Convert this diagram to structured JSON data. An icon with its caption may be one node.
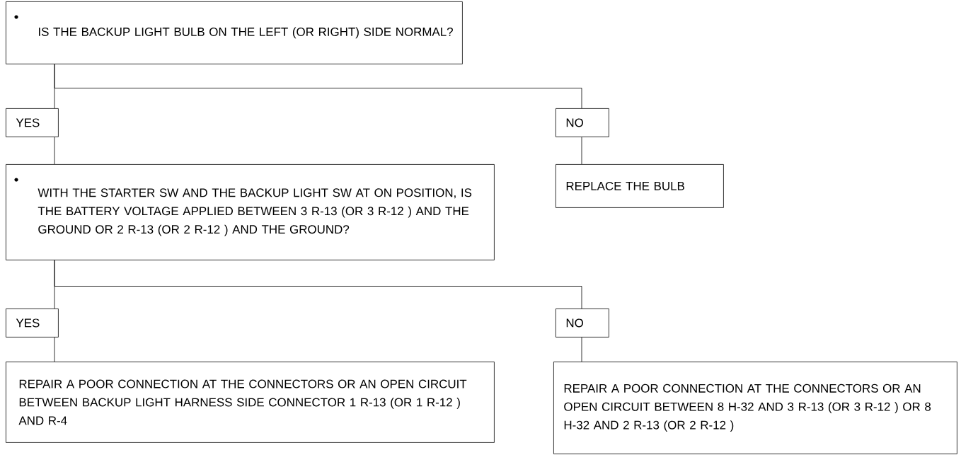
{
  "diagram": {
    "nodes": [
      {
        "text": [
          "IS THE BACKUP LIGHT BULB ON THE LEFT (OR RIGHT) SIDE NORMAL?"
        ]
      },
      {
        "text": [
          "YES"
        ]
      },
      {
        "text": [
          "NO"
        ]
      },
      {
        "text": [
          "WITH THE STARTER SW AND THE BACKUP LIGHT SW AT ON POSITION, IS THE BATTERY VOLTAGE APPLIED BETWEEN 3 R-13 (OR 3 R-12 ) AND THE GROUND OR 2 R-13 (OR 2 R-12 ) AND THE GROUND?"
        ]
      },
      {
        "text": [
          "REPLACE THE BULB"
        ]
      },
      {
        "text": [
          "YES"
        ]
      },
      {
        "text": [
          "NO"
        ]
      },
      {
        "text": [
          "REPAIR A POOR CONNECTION AT THE CONNECTORS OR AN OPEN CIRCUIT BETWEEN BACKUP LIGHT HARNESS SIDE CONNECTOR 1 R-13 (OR 1 R-12 ) AND R-4"
        ]
      },
      {
        "text": [
          "REPAIR A POOR CONNECTION AT THE CONNECTORS OR AN OPEN CIRCUIT BETWEEN 8 H-32 AND 3 R-13 (OR 3 R-12 ) OR 8 H-32 AND 2 R-13 (OR 2 R-12 )"
        ]
      }
    ],
    "edges": [
      {
        "from": 0,
        "to": 1,
        "arrow": "none"
      },
      {
        "from": 0,
        "to": 2,
        "arrow": "none"
      },
      {
        "from": 1,
        "to": 3,
        "arrow": "none"
      },
      {
        "from": 2,
        "to": 4,
        "arrow": "none"
      },
      {
        "from": 3,
        "to": 5,
        "arrow": "none"
      },
      {
        "from": 3,
        "to": 6,
        "arrow": "none"
      },
      {
        "from": 5,
        "to": 7,
        "arrow": "none"
      },
      {
        "from": 6,
        "to": 8,
        "arrow": "none"
      }
    ]
  }
}
